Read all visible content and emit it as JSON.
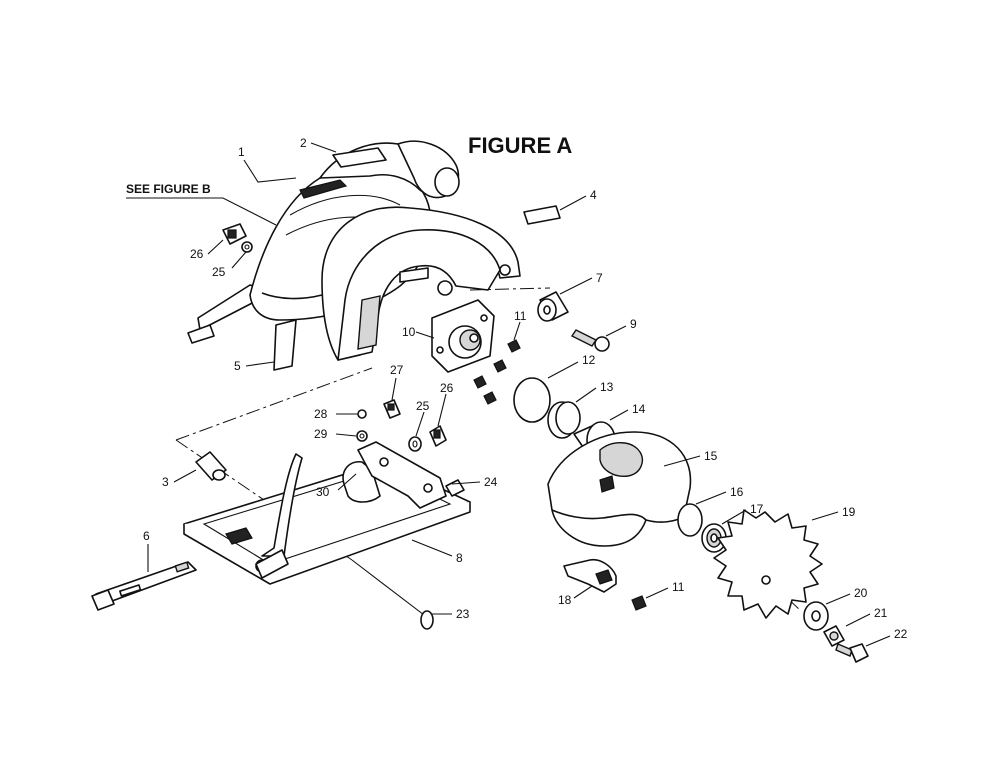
{
  "figure": {
    "title": "FIGURE A",
    "see_figure": "SEE FIGURE B"
  },
  "callouts": {
    "c1": "1",
    "c2": "2",
    "c3": "3",
    "c4": "4",
    "c5": "5",
    "c6": "6",
    "c7": "7",
    "c8": "8",
    "c9": "9",
    "c10": "10",
    "c11a": "11",
    "c11b": "11",
    "c12": "12",
    "c13": "13",
    "c14": "14",
    "c15": "15",
    "c16": "16",
    "c17": "17",
    "c18": "18",
    "c19": "19",
    "c20": "20",
    "c21": "21",
    "c22": "22",
    "c23": "23",
    "c24": "24",
    "c25a": "25",
    "c25b": "25",
    "c26a": "26",
    "c26b": "26",
    "c27": "27",
    "c28": "28",
    "c29": "29",
    "c30": "30"
  }
}
